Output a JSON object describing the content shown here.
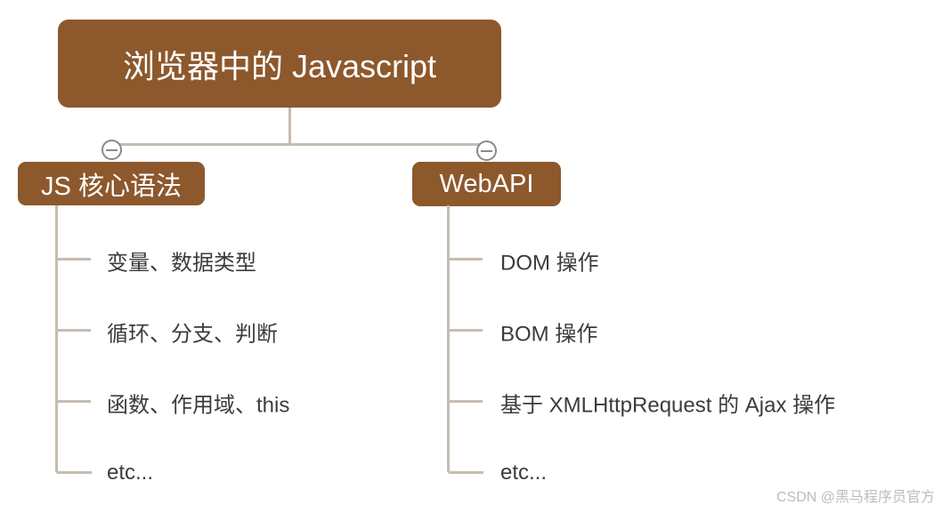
{
  "mindmap": {
    "root": "浏览器中的 Javascript",
    "branches": [
      {
        "label": "JS 核心语法",
        "items": [
          "变量、数据类型",
          "循环、分支、判断",
          "函数、作用域、this",
          "etc..."
        ]
      },
      {
        "label": "WebAPI",
        "items": [
          "DOM 操作",
          "BOM 操作",
          "基于 XMLHttpRequest 的 Ajax 操作",
          "etc..."
        ]
      }
    ]
  },
  "watermark": "CSDN @黑马程序员官方",
  "colors": {
    "node_brown": "#8D582C",
    "node_text": "#FFFFFF",
    "connector": "#C6BCB1",
    "item_text": "#3C3C3C",
    "collapse_gray": "#8A8A8A",
    "watermark_gray": "#BCBCBC",
    "background": "#FFFFFF"
  },
  "icons": {
    "collapse_left": "minus-icon",
    "collapse_right": "minus-icon"
  }
}
